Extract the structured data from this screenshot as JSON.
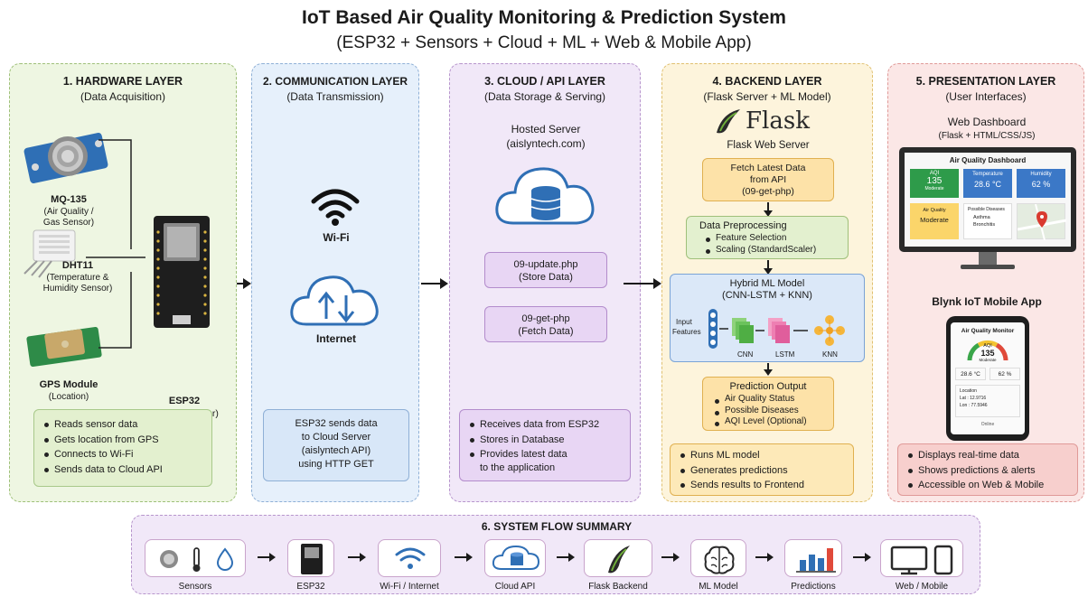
{
  "title": "IoT Based Air Quality Monitoring & Prediction System",
  "subtitle": "(ESP32 + Sensors + Cloud + ML + Web & Mobile App)",
  "hardware": {
    "title": "1. HARDWARE LAYER",
    "sub": "(Data Acquisition)",
    "mq_name": "MQ-135",
    "mq_desc1": "(Air Quality /",
    "mq_desc2": "Gas Sensor)",
    "dht_name": "DHT11",
    "dht_desc1": "(Temperature &",
    "dht_desc2": "Humidity Sensor)",
    "gps_name": "GPS Module",
    "gps_desc": "(Location)",
    "esp_name": "ESP32",
    "esp_desc": "(Microcontroller)",
    "bullets": [
      "Reads sensor data",
      "Gets location from GPS",
      "Connects to Wi-Fi",
      "Sends data to Cloud API"
    ]
  },
  "comm": {
    "title": "2. COMMUNICATION LAYER",
    "sub": "(Data Transmission)",
    "wifi": "Wi-Fi",
    "internet": "Internet",
    "box": [
      "ESP32 sends data",
      "to Cloud Server",
      "(aislyntech API)",
      "using HTTP GET"
    ]
  },
  "cloud": {
    "title": "3. CLOUD / API LAYER",
    "sub": "(Data Storage & Serving)",
    "server1": "Hosted Server",
    "server2": "(aislyntech.com)",
    "api1a": "09-update.php",
    "api1b": "(Store Data)",
    "api2a": "09-get-php",
    "api2b": "(Fetch Data)",
    "bullets": [
      "Receives data from ESP32",
      "Stores in Database",
      "Provides latest data"
    ],
    "bullet_cont": "to the application"
  },
  "backend": {
    "title": "4. BACKEND LAYER",
    "sub": "(Flask Server + ML Model)",
    "flask_logo": "Flask",
    "flask_caption": "Flask Web Server",
    "fetch": [
      "Fetch Latest Data",
      "from API",
      "(09-get-php)"
    ],
    "pre_title": "Data Preprocessing",
    "pre_items": [
      "Feature Selection",
      "Scaling (StandardScaler)"
    ],
    "hyb_title": "Hybrid ML Model",
    "hyb_sub": "(CNN-LSTM + KNN)",
    "input1": "Input",
    "input2": "Features",
    "cnn": "CNN",
    "lstm": "LSTM",
    "knn": "KNN",
    "pred_title": "Prediction Output",
    "pred_items": [
      "Air Quality Status",
      "Possible Diseases",
      "AQI Level (Optional)"
    ],
    "bullets": [
      "Runs ML model",
      "Generates predictions",
      "Sends results to Frontend"
    ]
  },
  "presentation": {
    "title": "5. PRESENTATION LAYER",
    "sub": "(User Interfaces)",
    "web_title": "Web Dashboard",
    "web_sub": "(Flask + HTML/CSS/JS)",
    "dash": {
      "title": "Air Quality Dashboard",
      "aqi_label": "AQI",
      "aqi_value": "135",
      "aqi_status": "Moderate",
      "temp_label": "Temperature",
      "temp_value": "28.6 °C",
      "hum_label": "Humidity",
      "hum_value": "62 %",
      "aq_label": "Air Quality",
      "aq_value": "Moderate",
      "dis_label": "Possible Diseases",
      "dis1": "Asthma",
      "dis2": "Bronchitis"
    },
    "mobile_title": "Blynk IoT Mobile App",
    "mobile": {
      "title": "Air Quality Monitor",
      "aqi_label": "AQI",
      "aqi_value": "135",
      "aqi_status": "Moderate",
      "temp": "28.6 °C",
      "hum": "62 %",
      "loc": "Location",
      "lat": "Lat : 12.9716",
      "lon": "Lon : 77.5946",
      "status": "Online"
    },
    "bullets": [
      "Displays real-time data",
      "Shows predictions & alerts",
      "Accessible on Web & Mobile"
    ]
  },
  "flow": {
    "title": "6. SYSTEM FLOW SUMMARY",
    "labels": [
      "Sensors",
      "ESP32",
      "Wi-Fi / Internet",
      "Cloud API",
      "Flask Backend",
      "ML Model",
      "Predictions",
      "Web / Mobile"
    ]
  },
  "colors": {
    "hardware": "#eef6e2",
    "comm": "#e6f0fb",
    "cloud": "#f1e8f8",
    "backend": "#fdf4dc",
    "presentation": "#fbe7e6",
    "flow": "#f1e8f8",
    "accent_green": "#2e9b4a",
    "accent_blue": "#3b78c7"
  }
}
